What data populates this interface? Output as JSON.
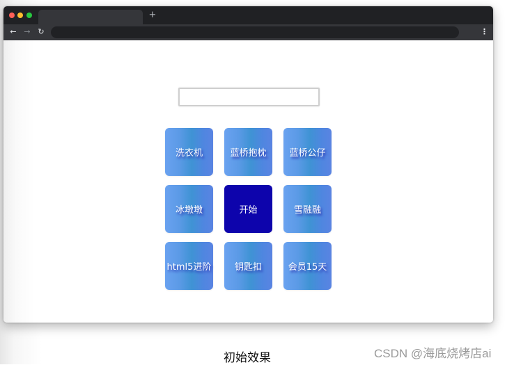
{
  "browser": {
    "traffic_lights": [
      {
        "name": "close",
        "color": "#ff5f57"
      },
      {
        "name": "minimize",
        "color": "#febc2e"
      },
      {
        "name": "maximize",
        "color": "#28c840"
      }
    ],
    "tab_title": "",
    "new_tab_icon": "+",
    "nav": {
      "back_icon": "←",
      "forward_icon": "→",
      "reload_icon": "↻"
    },
    "address_bar_value": "",
    "menu_icon": "⋮"
  },
  "page": {
    "search": {
      "value": "",
      "placeholder": ""
    },
    "tiles": [
      {
        "label": "洗衣机",
        "active": false
      },
      {
        "label": "蓝桥抱枕",
        "active": false
      },
      {
        "label": "蓝桥公仔",
        "active": false
      },
      {
        "label": "冰墩墩",
        "active": false
      },
      {
        "label": "开始",
        "active": true
      },
      {
        "label": "雪融融",
        "active": false
      },
      {
        "label": "html5进阶",
        "active": false
      },
      {
        "label": "钥匙扣",
        "active": false
      },
      {
        "label": "会员15天",
        "active": false
      }
    ],
    "colors": {
      "tile_gradient_start": "#6aa2f0",
      "tile_gradient_mid": "#3f93d4",
      "tile_gradient_end": "#5a84e2",
      "start_button": "#0d04ac",
      "text_shadow": "#2a2fb0"
    }
  },
  "caption": "初始效果",
  "watermark": "CSDN @海底烧烤店ai"
}
